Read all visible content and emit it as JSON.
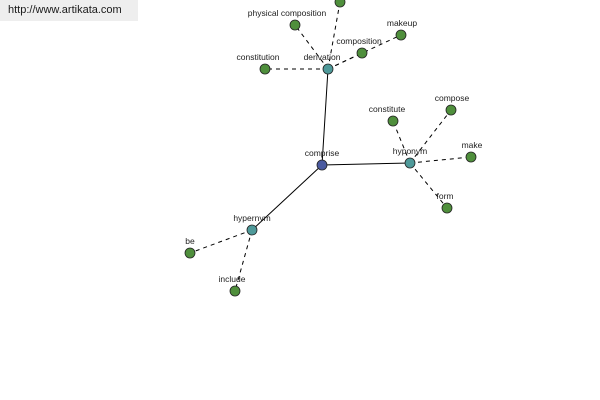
{
  "watermark": {
    "url": "http://www.artikata.com"
  },
  "colors": {
    "root": "#4a5aa0",
    "relation": "#4f9a9a",
    "word": "#4f8f3c",
    "stroke": "#222222"
  },
  "graph": {
    "root": {
      "id": "comprise",
      "label": "comprise",
      "kind": "root"
    },
    "nodes": [
      {
        "id": "derivation",
        "label": "derivation",
        "kind": "relation"
      },
      {
        "id": "hyponym",
        "label": "hyponym",
        "kind": "relation"
      },
      {
        "id": "hypernym",
        "label": "hypernym",
        "kind": "relation"
      },
      {
        "id": "top-offscreen",
        "label": "",
        "kind": "word"
      },
      {
        "id": "physical-composition",
        "label": "physical composition",
        "kind": "word"
      },
      {
        "id": "makeup",
        "label": "makeup",
        "kind": "word"
      },
      {
        "id": "composition",
        "label": "composition",
        "kind": "word"
      },
      {
        "id": "constitution",
        "label": "constitution",
        "kind": "word"
      },
      {
        "id": "constitute",
        "label": "constitute",
        "kind": "word"
      },
      {
        "id": "compose",
        "label": "compose",
        "kind": "word"
      },
      {
        "id": "make",
        "label": "make",
        "kind": "word"
      },
      {
        "id": "form",
        "label": "form",
        "kind": "word"
      },
      {
        "id": "be",
        "label": "be",
        "kind": "word"
      },
      {
        "id": "include",
        "label": "include",
        "kind": "word"
      }
    ],
    "edges": [
      {
        "from": "comprise",
        "to": "derivation",
        "style": "solid"
      },
      {
        "from": "comprise",
        "to": "hyponym",
        "style": "solid"
      },
      {
        "from": "comprise",
        "to": "hypernym",
        "style": "solid"
      },
      {
        "from": "derivation",
        "to": "top-offscreen",
        "style": "dashed"
      },
      {
        "from": "derivation",
        "to": "physical-composition",
        "style": "dashed"
      },
      {
        "from": "derivation",
        "to": "makeup",
        "style": "dashed"
      },
      {
        "from": "derivation",
        "to": "composition",
        "style": "dashed"
      },
      {
        "from": "derivation",
        "to": "constitution",
        "style": "dashed"
      },
      {
        "from": "hyponym",
        "to": "constitute",
        "style": "dashed"
      },
      {
        "from": "hyponym",
        "to": "compose",
        "style": "dashed"
      },
      {
        "from": "hyponym",
        "to": "make",
        "style": "dashed"
      },
      {
        "from": "hyponym",
        "to": "form",
        "style": "dashed"
      },
      {
        "from": "hypernym",
        "to": "be",
        "style": "dashed"
      },
      {
        "from": "hypernym",
        "to": "include",
        "style": "dashed"
      }
    ]
  }
}
